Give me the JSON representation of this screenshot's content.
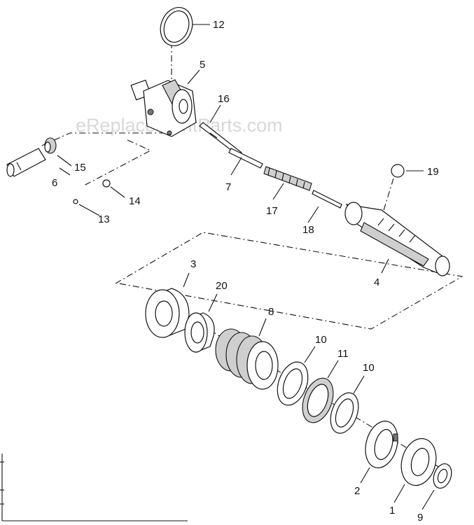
{
  "watermark": "eReplacementParts.com",
  "callouts": {
    "c1": "1",
    "c2": "2",
    "c3": "3",
    "c4": "4",
    "c5": "5",
    "c6": "6",
    "c7": "7",
    "c8": "8",
    "c9": "9",
    "c10a": "10",
    "c10b": "10",
    "c11": "11",
    "c12": "12",
    "c13": "13",
    "c14": "14",
    "c15": "15",
    "c16": "16",
    "c17": "17",
    "c18": "18",
    "c19": "19",
    "c20": "20"
  },
  "colors": {
    "line": "#111111",
    "watermark": "#d8d8d8",
    "shade": "#cfcfcf"
  }
}
